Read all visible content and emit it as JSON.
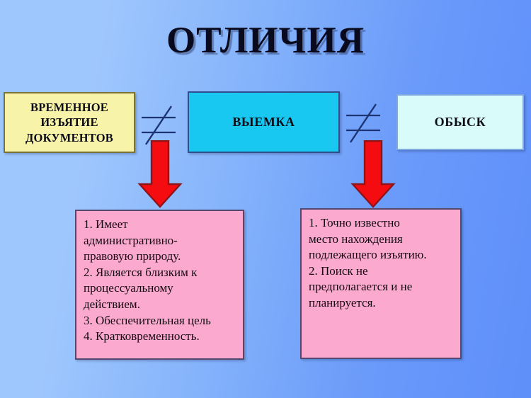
{
  "slide": {
    "title": "ОТЛИЧИЯ",
    "background": {
      "from": "#9ec7fd",
      "to": "#5e8ffa"
    }
  },
  "concepts": [
    {
      "id": "temporary-seizure-of-documents",
      "label": "ВРЕМЕННОЕ\nИЗЪЯТИЕ\nДОКУМЕНТОВ",
      "lines": [
        "ВРЕМЕННОЕ",
        "ИЗЪЯТИЕ",
        "ДОКУМЕНТОВ"
      ],
      "fill": "#f7f3a8",
      "border": "#7b7235"
    },
    {
      "id": "seizure",
      "label": "ВЫЕМКА",
      "lines": [
        "ВЫЕМКА"
      ],
      "fill": "#18c8f0",
      "border": "#2d4f8e"
    },
    {
      "id": "search",
      "label": "ОБЫСК",
      "lines": [
        "ОБЫСК"
      ],
      "fill": "#d9fbfa",
      "border": "#7fa9e0"
    }
  ],
  "relations": [
    {
      "id": "not-equal-1",
      "symbol": "≠",
      "between": [
        "temporary-seizure-of-documents",
        "seizure"
      ],
      "color": "#1c3572"
    },
    {
      "id": "not-equal-2",
      "symbol": "≠",
      "between": [
        "seizure",
        "search"
      ],
      "color": "#1c3572"
    }
  ],
  "arrows": [
    {
      "id": "arrow-left",
      "direction": "down",
      "fill": "#f50c10",
      "stroke": "#8e1418"
    },
    {
      "id": "arrow-right",
      "direction": "down",
      "fill": "#f50c10",
      "stroke": "#8e1418"
    }
  ],
  "details": {
    "left": {
      "source": "temporary-seizure-of-documents",
      "fill": "#fba9ce",
      "border": "#55486e",
      "lines": [
        "1. Имеет",
        "административно-",
        "правовую природу.",
        "2. Является близким к",
        "процессуальному",
        "действием.",
        "3. Обеспечительная цель",
        "4. Кратковременность."
      ]
    },
    "right": {
      "source": "seizure",
      "fill": "#fba9ce",
      "border": "#55486e",
      "lines": [
        "1. Точно известно",
        "место нахождения",
        "подлежащего изъятию.",
        "2. Поиск не",
        "предполагается и не",
        "планируется."
      ]
    }
  }
}
